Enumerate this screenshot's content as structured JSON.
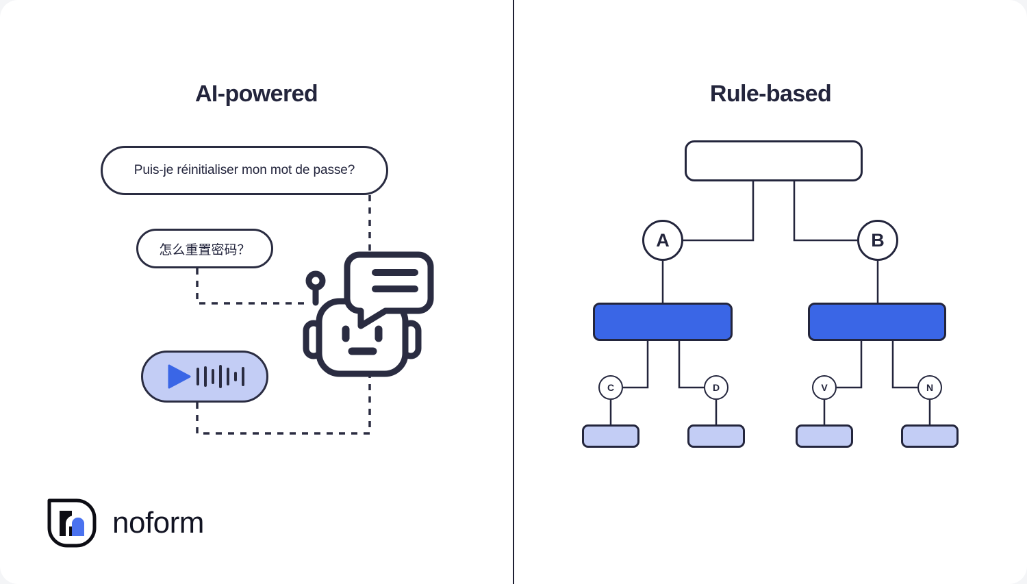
{
  "panels": {
    "left": {
      "title": "AI-powered",
      "messages": [
        {
          "id": "bubble-fr",
          "text": "Puis-je réinitialiser mon mot de passe?",
          "kind": "text-bubble",
          "lang": "fr"
        },
        {
          "id": "bubble-zh",
          "text": "怎么重置密码？",
          "kind": "text-bubble",
          "lang": "zh"
        },
        {
          "id": "bubble-voice",
          "text": "",
          "kind": "voice-bubble",
          "play_icon": "play-triangle-icon",
          "waveform_bars": [
            26,
            30,
            22,
            34,
            26,
            14,
            28
          ]
        }
      ],
      "assistant_icon": "robot-chat-icon"
    },
    "right": {
      "title": "Rule-based",
      "tree": {
        "root": {
          "label": ""
        },
        "branches": [
          {
            "node_label": "A",
            "box_label": "",
            "children": [
              {
                "node_label": "C",
                "leaf_label": ""
              },
              {
                "node_label": "D",
                "leaf_label": ""
              }
            ]
          },
          {
            "node_label": "B",
            "box_label": "",
            "children": [
              {
                "node_label": "V",
                "leaf_label": ""
              },
              {
                "node_label": "N",
                "leaf_label": ""
              }
            ]
          }
        ]
      }
    }
  },
  "logo": {
    "wordmark": "noform",
    "mark_icon": "noform-logo-icon"
  },
  "colors": {
    "ink": "#23253c",
    "accent_blue": "#3a66e6",
    "light_blue": "#c3cdf5",
    "canvas": "#ffffff"
  }
}
